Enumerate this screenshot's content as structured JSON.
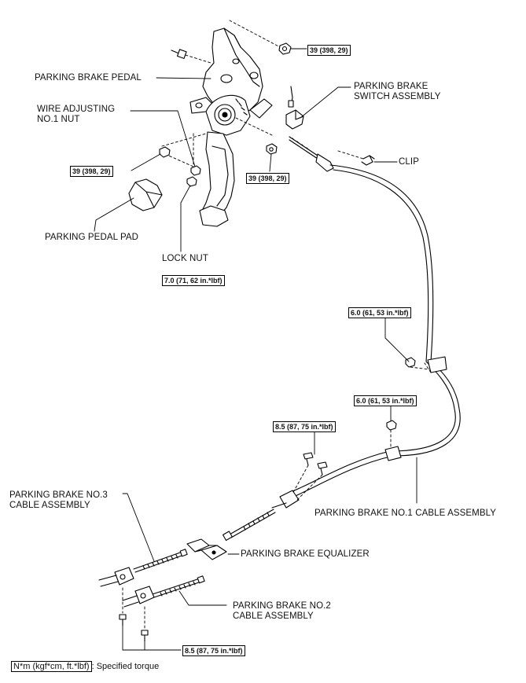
{
  "labels": {
    "parking_brake_pedal": "PARKING BRAKE PEDAL",
    "wire_adjusting_line1": "WIRE ADJUSTING",
    "wire_adjusting_line2": "NO.1 NUT",
    "switch_line1": "PARKING BRAKE",
    "switch_line2": "SWITCH ASSEMBLY",
    "clip": "CLIP",
    "pedal_pad": "PARKING PEDAL PAD",
    "lock_nut": "LOCK NUT",
    "no1_cable": "PARKING BRAKE NO.1 CABLE ASSEMBLY",
    "no3_line1": "PARKING BRAKE NO.3",
    "no3_line2": "CABLE ASSEMBLY",
    "equalizer": "PARKING BRAKE EQUALIZER",
    "no2_line1": "PARKING BRAKE NO.2",
    "no2_line2": "CABLE ASSEMBLY"
  },
  "torques": {
    "top_right": "39 (398, 29)",
    "left": "39 (398, 29)",
    "center": "39 (398, 29)",
    "lock_nut": "7.0 (71, 62 in.*lbf)",
    "cable_upper": "6.0 (61, 53 in.*lbf)",
    "cable_lower": "6.0 (61, 53 in.*lbf)",
    "equalizer_bolts": "8.5 (87, 75 in.*lbf)",
    "bottom_bolts": "8.5 (87, 75 in.*lbf)"
  },
  "legend": {
    "unit_box": "N*m (kgf*cm, ft.*lbf)",
    "text": ": Specified torque"
  }
}
